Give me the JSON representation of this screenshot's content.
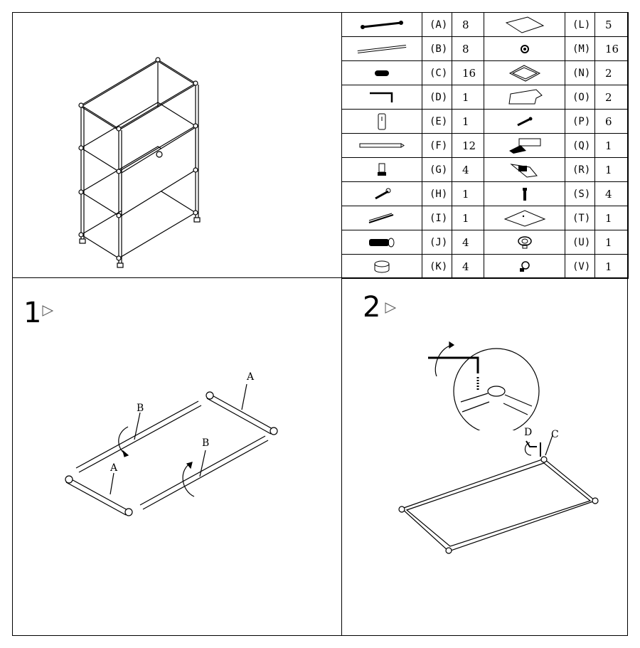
{
  "parts": [
    {
      "icon": "part-a-rod-with-connectors-icon",
      "code": "(A)",
      "qty": "8",
      "icon2": "part-l-panel-icon",
      "code2": "(L)",
      "qty2": "5"
    },
    {
      "icon": "part-b-rod-icon",
      "code": "(B)",
      "qty": "8",
      "icon2": "part-m-connector-screw-icon",
      "code2": "(M)",
      "qty2": "16"
    },
    {
      "icon": "part-c-pad-icon",
      "code": "(C)",
      "qty": "16",
      "icon2": "part-n-panel-icon",
      "code2": "(N)",
      "qty2": "2"
    },
    {
      "icon": "part-d-hex-key-icon",
      "code": "(D)",
      "qty": "1",
      "icon2": "part-o-panel-icon",
      "code2": "(O)",
      "qty2": "2"
    },
    {
      "icon": "part-e-sleeve-icon",
      "code": "(E)",
      "qty": "1",
      "icon2": "part-p-screw-icon",
      "code2": "(P)",
      "qty2": "6"
    },
    {
      "icon": "part-f-long-rod-icon",
      "code": "(F)",
      "qty": "12",
      "icon2": "part-q-hinge-icon",
      "code2": "(Q)",
      "qty2": "1"
    },
    {
      "icon": "part-g-foot-icon",
      "code": "(G)",
      "qty": "4",
      "icon2": "part-r-hinge-icon",
      "code2": "(R)",
      "qty2": "1"
    },
    {
      "icon": "part-h-wrench-icon",
      "code": "(H)",
      "qty": "1",
      "icon2": "part-s-bolt-icon",
      "code2": "(S)",
      "qty2": "4"
    },
    {
      "icon": "part-i-pin-tool-icon",
      "code": "(I)",
      "qty": "1",
      "icon2": "part-t-panel-icon",
      "code2": "(T)",
      "qty2": "1"
    },
    {
      "icon": "part-j-bolt-icon",
      "code": "(J)",
      "qty": "4",
      "icon2": "part-u-knob-icon",
      "code2": "(U)",
      "qty2": "1"
    },
    {
      "icon": "part-k-cap-icon",
      "code": "(K)",
      "qty": "4",
      "icon2": "part-v-knob-icon",
      "code2": "(V)",
      "qty2": "1"
    }
  ],
  "steps": [
    {
      "number": "1",
      "labels": {
        "a_top": "A",
        "b_left": "B",
        "a_left": "A",
        "b_right": "B"
      }
    },
    {
      "number": "2",
      "labels": {
        "d": "D",
        "c": "C"
      }
    }
  ]
}
